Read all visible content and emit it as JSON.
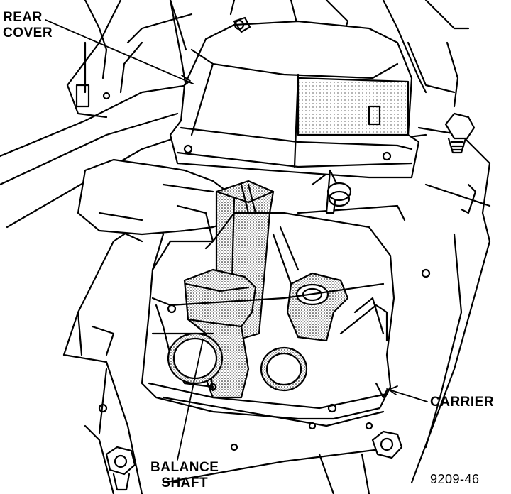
{
  "callouts": {
    "rear_cover": [
      "REAR",
      "COVER"
    ],
    "carrier": "CARRIER",
    "balance_shaft": [
      "BALANCE",
      "SHAFT"
    ]
  },
  "figure_number": "9209-46",
  "colors": {
    "ink": "#000000",
    "paper": "#ffffff",
    "shade": "#d9d9d9"
  }
}
